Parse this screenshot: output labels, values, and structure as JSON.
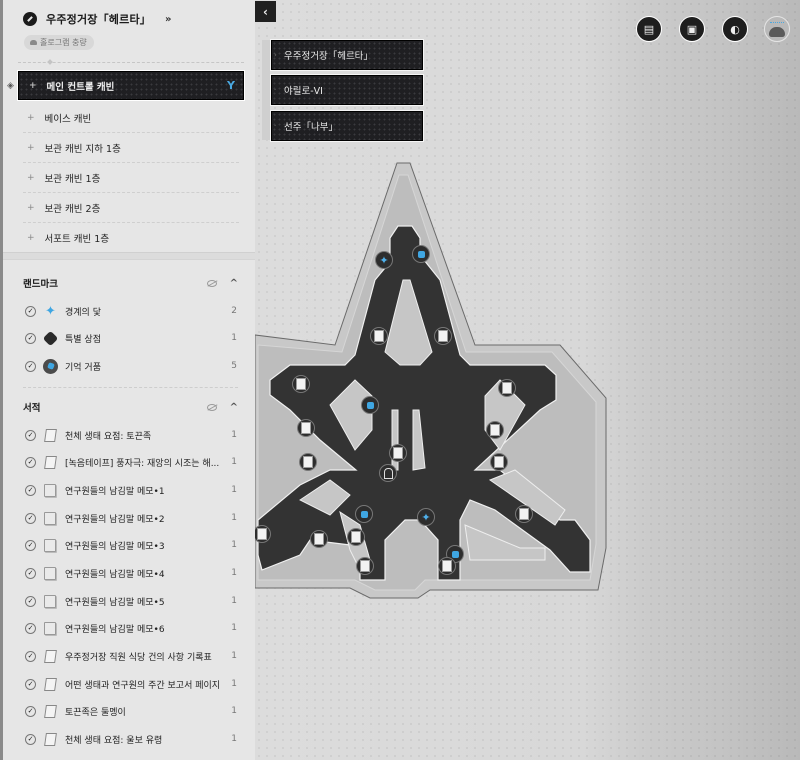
{
  "sidebar": {
    "title": "우주정거장「헤르타」",
    "expand_icon": "»",
    "holo_badge": "홀로그램 충량",
    "floors": [
      {
        "label": "메인 컨트롤 캐빈",
        "active": true
      },
      {
        "label": "베이스 캐빈"
      },
      {
        "label": "보관 캐빈 지하 1층"
      },
      {
        "label": "보관 캐빈 1층"
      },
      {
        "label": "보관 캐빈 2층"
      },
      {
        "label": "서포트 캐빈 1층"
      }
    ],
    "landmark_section": {
      "title": "랜드마크",
      "items": [
        {
          "icon": "space-anchor-icon",
          "label": "경계의 닻",
          "count": "2"
        },
        {
          "icon": "special-shop-icon",
          "label": "특별 상점",
          "count": "1"
        },
        {
          "icon": "memory-bubble-icon",
          "label": "기억 거품",
          "count": "5"
        }
      ]
    },
    "books_section": {
      "title": "서적",
      "items": [
        {
          "icon": "document-icon",
          "label": "천체 생태 요점: 토끈족",
          "count": "1"
        },
        {
          "icon": "document-icon",
          "label": "[녹음테이프] 풍자극: 재앙의 시조는 해...",
          "count": "1"
        },
        {
          "icon": "memo-icon",
          "label": "연구원들의 남김말 메모•1",
          "count": "1"
        },
        {
          "icon": "memo-icon",
          "label": "연구원들의 남김말 메모•2",
          "count": "1"
        },
        {
          "icon": "memo-icon",
          "label": "연구원들의 남김말 메모•3",
          "count": "1"
        },
        {
          "icon": "memo-icon",
          "label": "연구원들의 남김말 메모•4",
          "count": "1"
        },
        {
          "icon": "memo-icon",
          "label": "연구원들의 남김말 메모•5",
          "count": "1"
        },
        {
          "icon": "memo-icon",
          "label": "연구원들의 남김말 메모•6",
          "count": "1"
        },
        {
          "icon": "document-icon",
          "label": "우주정거장 직원 식당 건의 사항 기록표",
          "count": "1"
        },
        {
          "icon": "document-icon",
          "label": "어떤 생태과 연구원의 주간 보고서 페이지",
          "count": "1"
        },
        {
          "icon": "document-icon",
          "label": "토끈족은 둘멩이",
          "count": "1"
        },
        {
          "icon": "document-icon",
          "label": "천체 생태 요점: 울보 유령",
          "count": "1"
        }
      ]
    }
  },
  "collapse_button": "‹",
  "breadcrumbs": [
    "우주정거장「헤르타」",
    "야릴로-VI",
    "선주「나부」"
  ],
  "top_right_icons": [
    "guide-book-icon",
    "mission-board-icon",
    "world-globe-icon",
    "character-avatar-icon"
  ],
  "colors": {
    "accent_blue": "#3fa6e2",
    "panel_dark": "#1f1f22",
    "sidebar_bg": "#e6e6e6"
  }
}
